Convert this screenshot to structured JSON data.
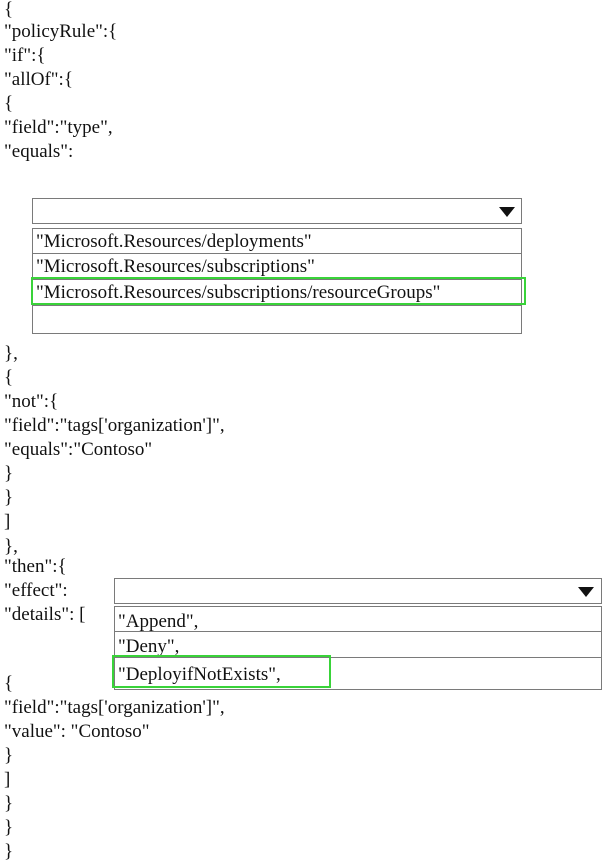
{
  "lines_top": [
    "{",
    "\"policyRule\":{",
    "\"if\":{",
    "\"allOf\":{",
    "{",
    "\"field\":\"type\",",
    "\"equals\":"
  ],
  "dropdown1": {
    "options": [
      "\"Microsoft.Resources/deployments\"",
      "\"Microsoft.Resources/subscriptions\"",
      "\"Microsoft.Resources/subscriptions/resourceGroups\"",
      ""
    ],
    "selected_index": 2
  },
  "lines_mid": [
    "},",
    "{",
    "\"not\":{",
    "\"field\":\"tags['organization']\",",
    "\"equals\":\"Contoso\"",
    "}",
    "}",
    "]",
    "},"
  ],
  "then_lines": [
    "\"then\":{",
    "\"effect\":",
    "\"details\": ["
  ],
  "dropdown2": {
    "options": [
      "\"Append\",",
      "\"Deny\",",
      "\"DeployifNotExists\","
    ],
    "selected_index": 2
  },
  "lines_bottom": [
    "{",
    "\"field\":\"tags['organization']\",",
    "\"value\": \"Contoso\"",
    "}",
    "]",
    "}",
    "}",
    "}"
  ],
  "highlight_color": "#39d339"
}
